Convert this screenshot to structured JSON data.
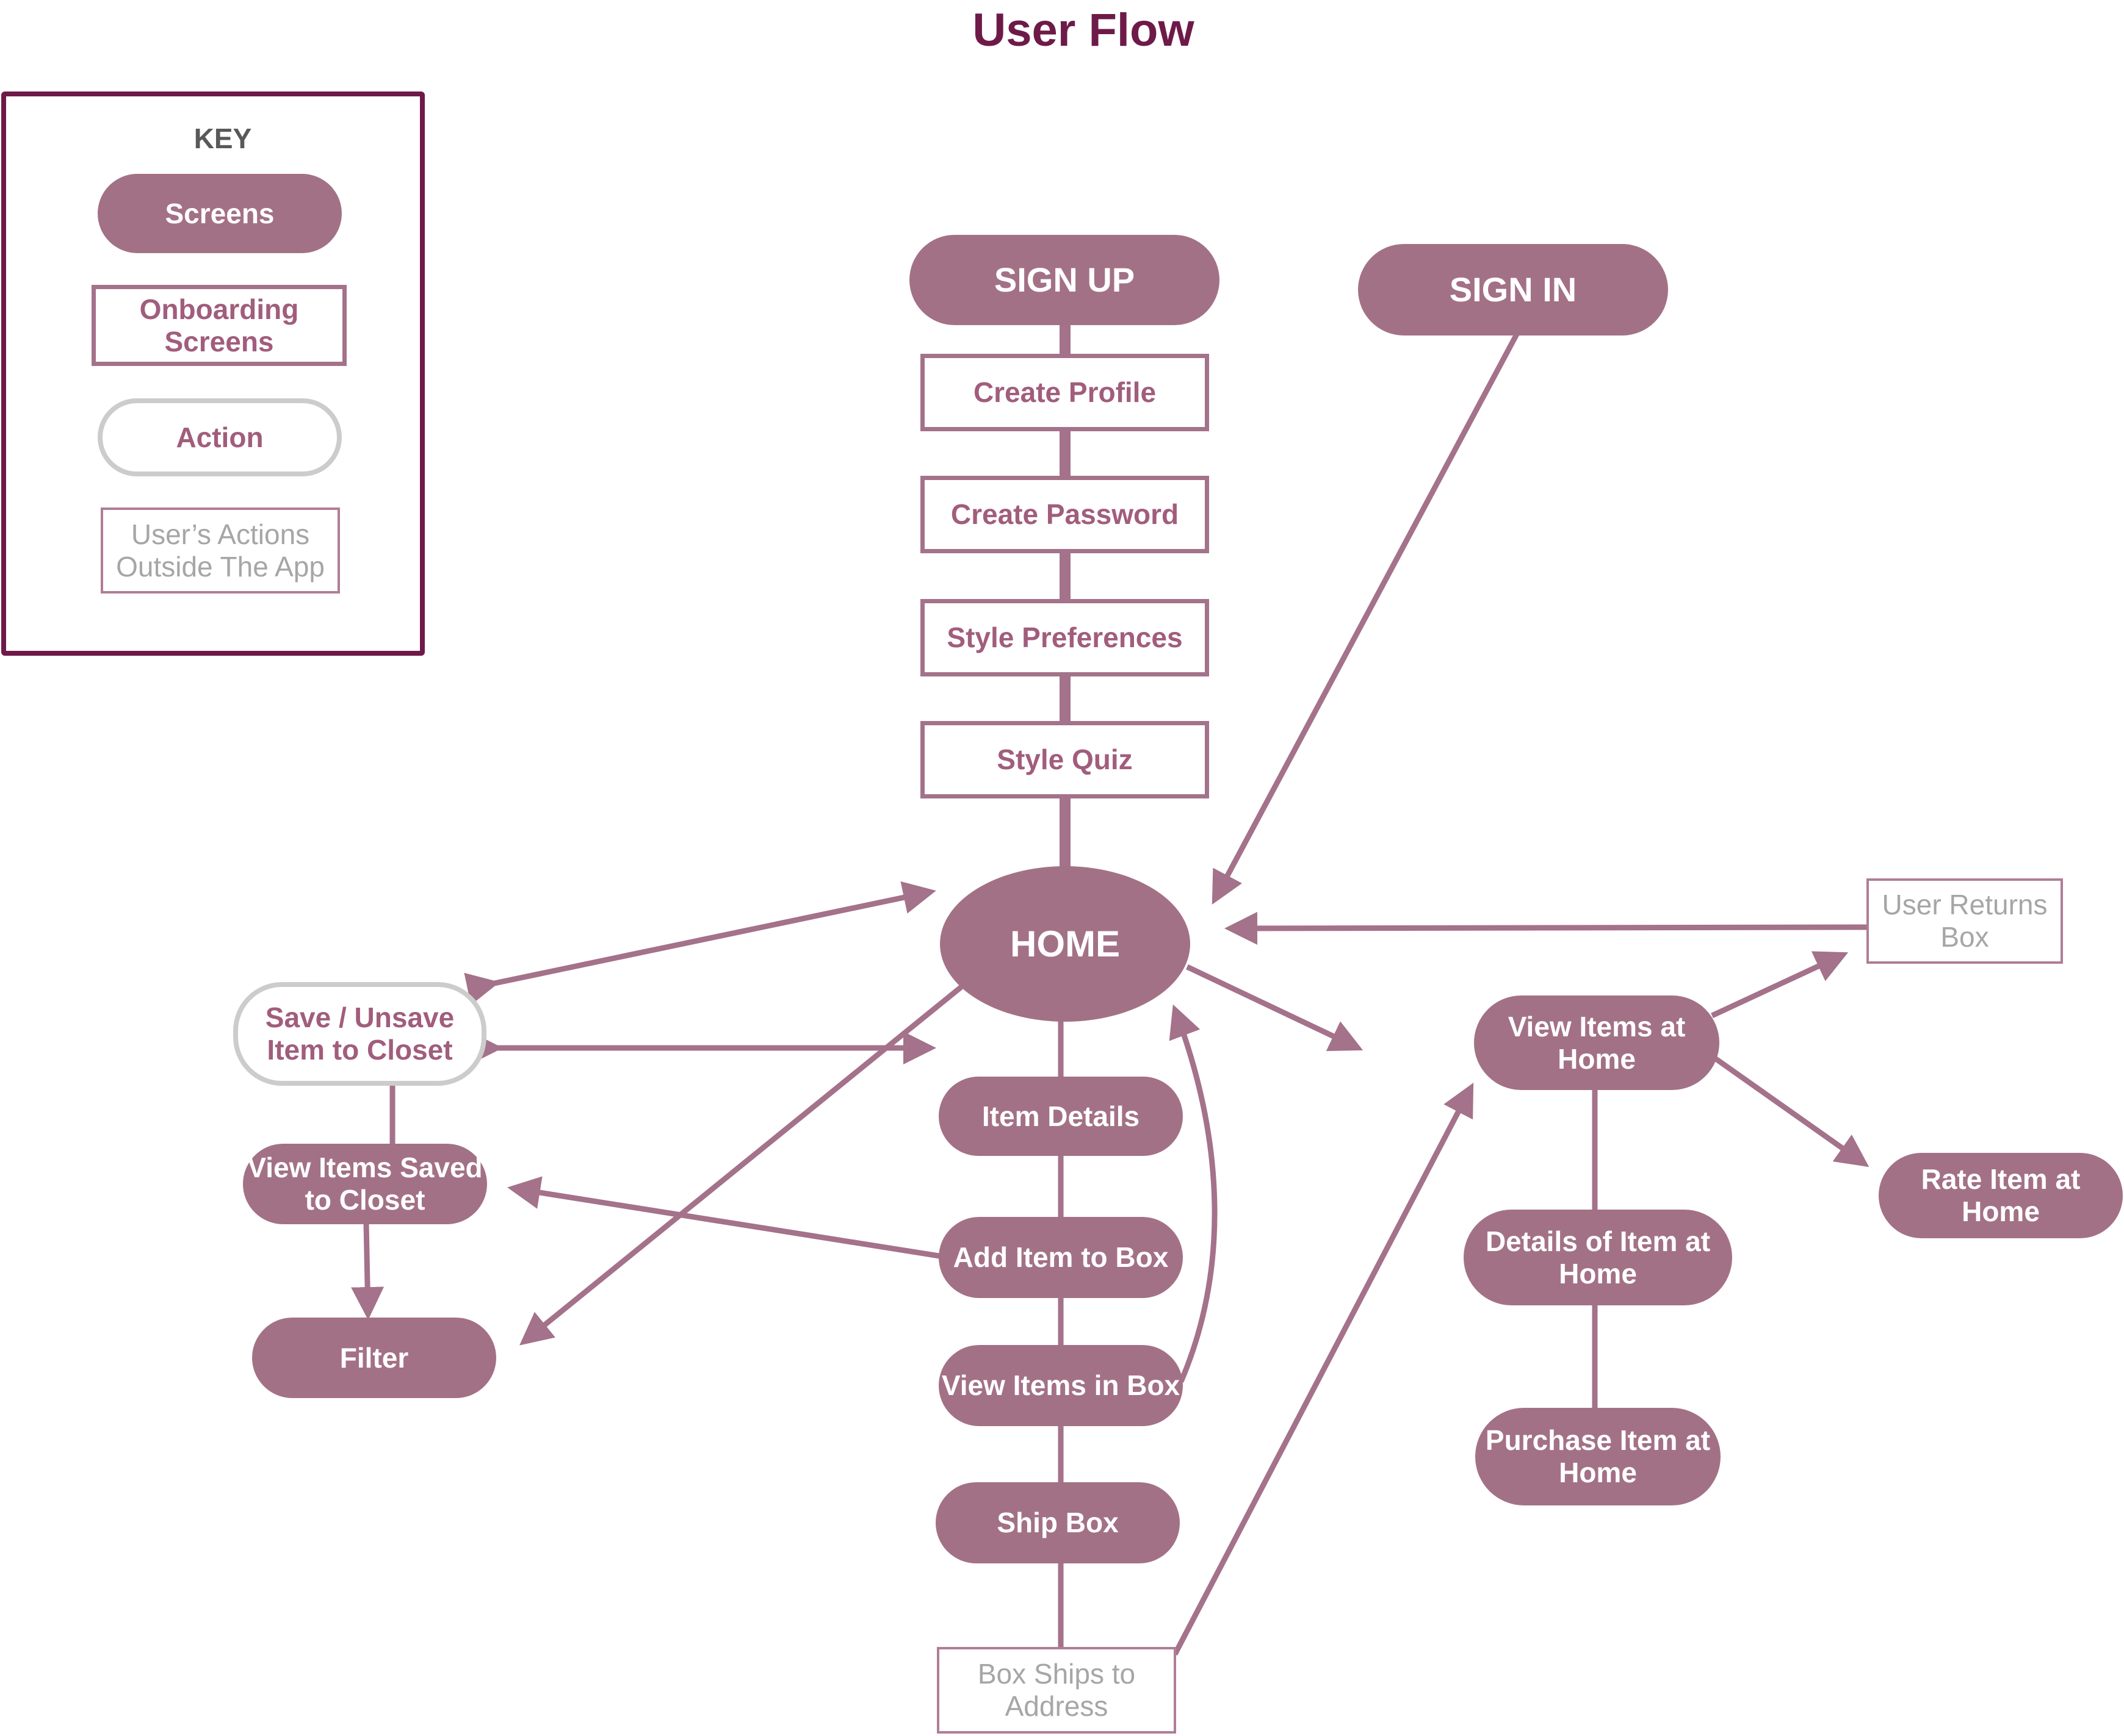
{
  "title": "User Flow",
  "colors": {
    "screen_fill": "#a37185",
    "title": "#6e1a49",
    "connector": "#a4728a",
    "action_border": "#cccccc",
    "outside_text": "#a6a6a6"
  },
  "key": {
    "title": "KEY",
    "screens": "Screens",
    "onboarding": "Onboarding Screens",
    "action": "Action",
    "outside": "User’s Actions Outside The App"
  },
  "nodes": {
    "sign_up": "SIGN UP",
    "sign_in": "SIGN IN",
    "create_profile": "Create Profile",
    "create_password": "Create Password",
    "style_preferences": "Style Preferences",
    "style_quiz": "Style Quiz",
    "home": "HOME",
    "user_returns_box": "User Returns Box",
    "save_unsave": "Save / Unsave Item to Closet",
    "view_items_saved": "View Items Saved to Closet",
    "filter": "Filter",
    "item_details": "Item Details",
    "add_item_to_box": "Add Item to Box",
    "view_items_in_box": "View Items in Box",
    "ship_box": "Ship Box",
    "box_ships": "Box Ships to Address",
    "view_items_at_home": "View Items at Home",
    "details_of_item_at_home": "Details of Item at Home",
    "purchase_item_at_home": "Purchase  Item at Home",
    "rate_item_at_home": "Rate Item at Home"
  }
}
